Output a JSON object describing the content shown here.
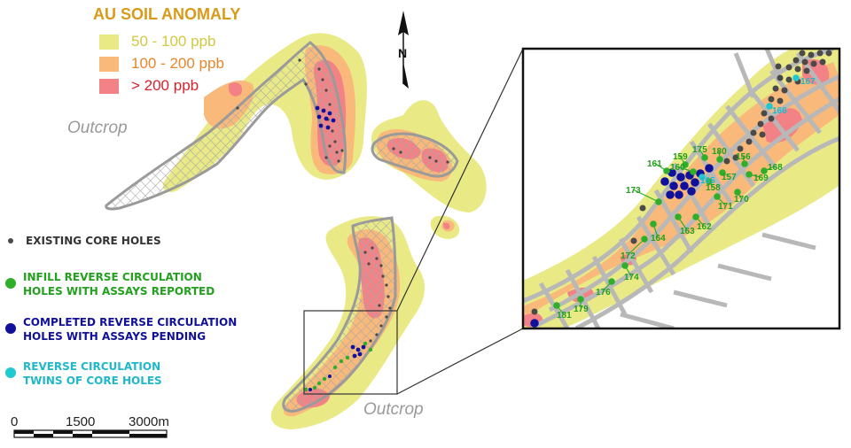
{
  "legend": {
    "title": "AU SOIL ANOMALY",
    "classes": [
      {
        "label": "50 - 100 ppb",
        "color": "#e9ea86",
        "text_color": "#d0c940"
      },
      {
        "label": "100 - 200 ppb",
        "color": "#f8b97a",
        "text_color": "#e8862a"
      },
      {
        "label": "> 200 ppb",
        "color": "#f28286",
        "text_color": "#d8212a"
      }
    ]
  },
  "hole_legend": [
    {
      "label_lines": [
        "EXISTING CORE HOLES"
      ],
      "color": "#4a4a4a",
      "text_color": "#333333"
    },
    {
      "label_lines": [
        "INFILL REVERSE CIRCULATION",
        "HOLES WITH ASSAYS REPORTED"
      ],
      "color": "#2fae2a",
      "text_color": "#22a01e"
    },
    {
      "label_lines": [
        "COMPLETED REVERSE CIRCULATION",
        "HOLES WITH ASSAYS PENDING"
      ],
      "color": "#10109a",
      "text_color": "#10109a"
    },
    {
      "label_lines": [
        "REVERSE CIRCULATION",
        "TWINS OF CORE HOLES"
      ],
      "color": "#20c8d0",
      "text_color": "#20b8c8"
    }
  ],
  "outcrop_labels": [
    "Outcrop",
    "Outcrop"
  ],
  "north_arrow": {
    "label": "N"
  },
  "scale_bar": {
    "labels": [
      "0",
      "1500",
      "3000m"
    ]
  },
  "inset_holes": {
    "green": [
      {
        "id": "161",
        "label_color": "#22a01e"
      },
      {
        "id": "159",
        "label_color": "#22a01e"
      },
      {
        "id": "175",
        "label_color": "#22a01e"
      },
      {
        "id": "180",
        "label_color": "#22a01e"
      },
      {
        "id": "156",
        "label_color": "#22a01e"
      },
      {
        "id": "168",
        "label_color": "#22a01e"
      },
      {
        "id": "160",
        "label_color": "#22a01e"
      },
      {
        "id": "157",
        "label_color": "#22a01e"
      },
      {
        "id": "169",
        "label_color": "#22a01e"
      },
      {
        "id": "158",
        "label_color": "#22a01e"
      },
      {
        "id": "170",
        "label_color": "#22a01e"
      },
      {
        "id": "171",
        "label_color": "#22a01e"
      },
      {
        "id": "173",
        "label_color": "#22a01e"
      },
      {
        "id": "162",
        "label_color": "#22a01e"
      },
      {
        "id": "163",
        "label_color": "#22a01e"
      },
      {
        "id": "164",
        "label_color": "#22a01e"
      },
      {
        "id": "172",
        "label_color": "#22a01e"
      },
      {
        "id": "174",
        "label_color": "#22a01e"
      },
      {
        "id": "176",
        "label_color": "#22a01e"
      },
      {
        "id": "179",
        "label_color": "#22a01e"
      },
      {
        "id": "181",
        "label_color": "#22a01e"
      }
    ],
    "cyan": [
      {
        "id": "167"
      },
      {
        "id": "166"
      },
      {
        "id": "165"
      }
    ]
  }
}
